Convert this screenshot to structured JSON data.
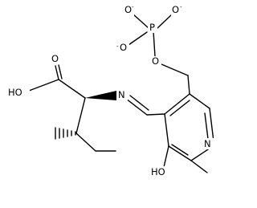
{
  "molecule": {
    "atoms": {
      "ho_acid": "HO",
      "o_carbonyl": "O",
      "n_imine": "N",
      "o_phosphate_top_left": "O",
      "charge_top_left": "-",
      "p_phosphorus": "P",
      "o_phosphate_top_right": "O",
      "charge_top_right": "-",
      "o_phosphate_left": "O",
      "charge_left": "-",
      "o_ester": "O",
      "n_pyridine": "N",
      "ho_phenol": "HO"
    }
  }
}
